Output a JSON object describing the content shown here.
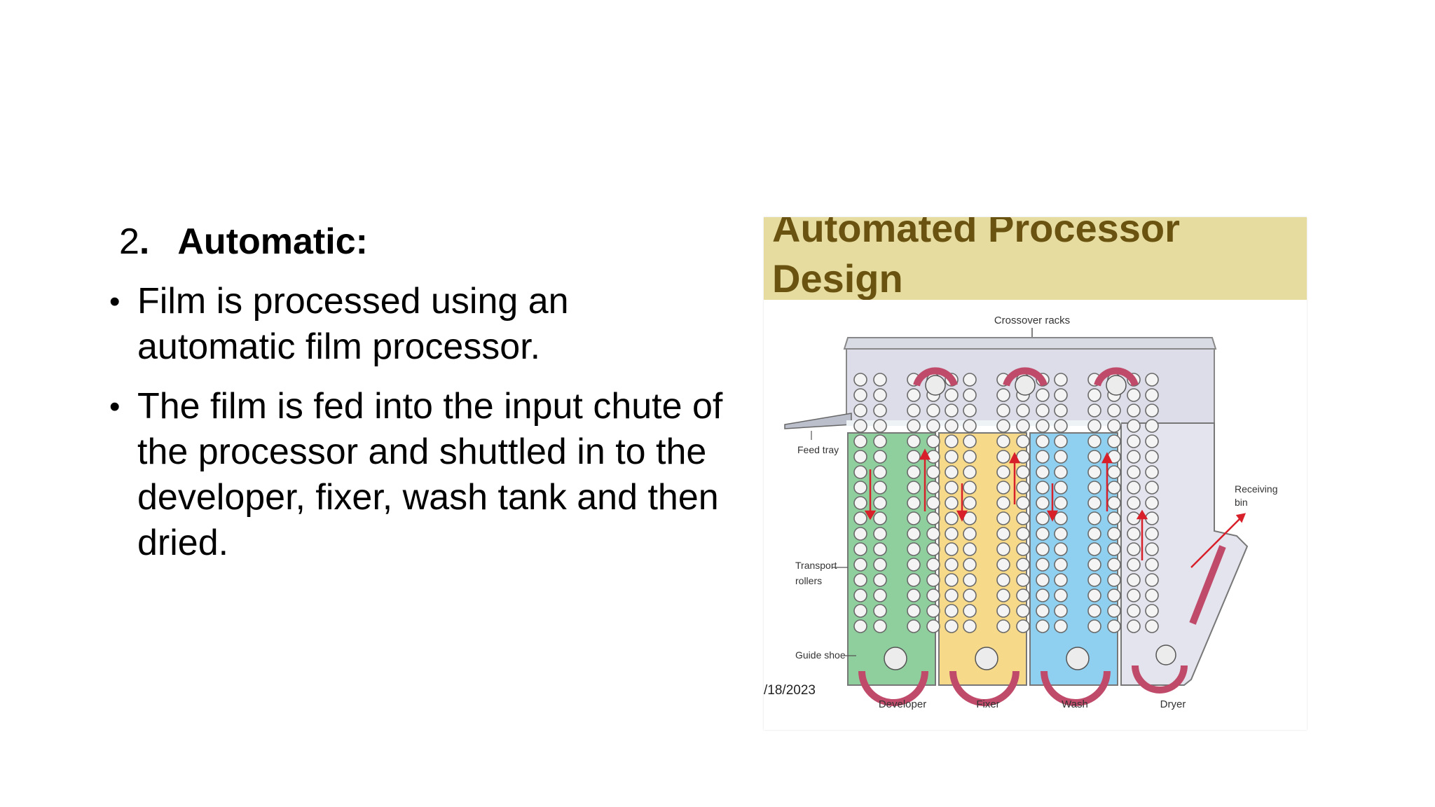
{
  "slide": {
    "heading": {
      "number": "2",
      "dot": ".",
      "label": "Automatic:"
    },
    "bullets": [
      {
        "marker": "•",
        "text": "Film is processed using an automatic film processor."
      },
      {
        "marker": "•",
        "text": "The film is fed into the input chute of the processor and shuttled in to the developer, fixer, wash tank and then dried."
      }
    ]
  },
  "figure": {
    "title": "Automated Processor Design",
    "date": "/18/2023",
    "labels": {
      "crossover": "Crossover racks",
      "feed_tray": "Feed tray",
      "transport_1": "Transport",
      "transport_2": "rollers",
      "guide_shoe": "Guide shoe",
      "receiving_1": "Receiving",
      "receiving_2": "bin",
      "developer": "Developer",
      "fixer": "Fixer",
      "wash": "Wash",
      "dryer": "Dryer"
    },
    "colors": {
      "developer": "#8fcf9e",
      "fixer": "#f7d98a",
      "wash": "#8fd0f0",
      "dryer": "#e4e4ee",
      "band": "#e6dca0",
      "title": "#6a5310",
      "roller_guide": "#c04a6a",
      "arrow": "#d8202a"
    }
  }
}
